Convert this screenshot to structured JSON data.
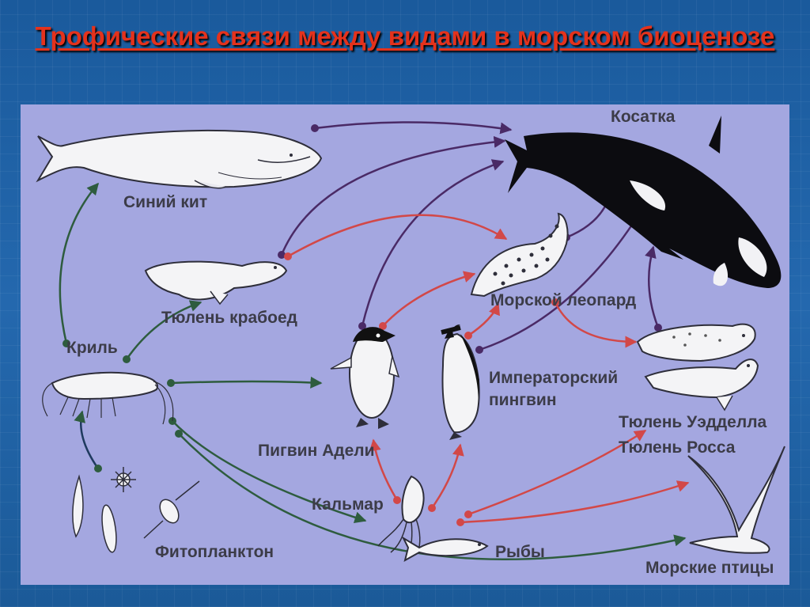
{
  "title": "Трофические связи между видами в морском биоценозе",
  "colors": {
    "predator_link": "#4a2a66",
    "food_link": "#2e5c3e",
    "fish_link": "#d24848",
    "panel_bg": "#a4a7e0",
    "title_red": "#e4321c"
  },
  "organisms": {
    "orca": "Косатка",
    "blue_whale": "Синий кит",
    "leopard_seal": "Морской леопард",
    "crabeater_seal": "Тюлень крабоед",
    "krill": "Криль",
    "emperor_penguin": "Императорский пингвин",
    "weddell_seal": "Тюлень Уэдделла",
    "ross_seal": "Тюлень Росса",
    "adelie_penguin": "Пигвин Адели",
    "squid": "Кальмар",
    "fish": "Рыбы",
    "phytoplankton": "Фитопланктон",
    "seabirds": "Морские птицы"
  }
}
